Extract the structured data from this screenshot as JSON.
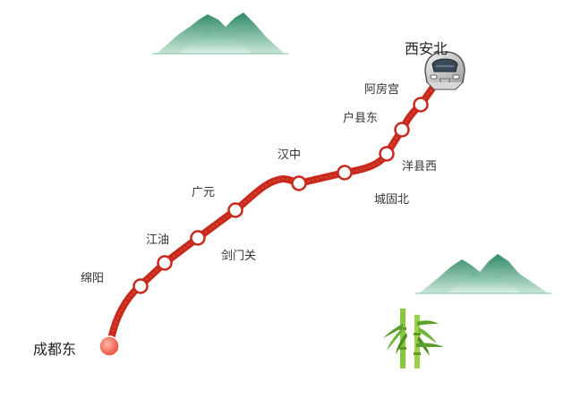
{
  "route": {
    "line_color": "#c8291d",
    "station_fill": "#ffffff",
    "terminal_color": "#ef6a55",
    "origin": "成都东",
    "destination": "西安北",
    "stations": [
      "绵阳",
      "江油",
      "剑门关",
      "广元",
      "汉中",
      "城固北",
      "洋县西",
      "户县东",
      "阿房宫"
    ]
  },
  "scenery": {
    "mountain_color": "#3f9a78",
    "bamboo_color": "#7cc23a"
  },
  "train_icon": "high-speed-train-icon"
}
